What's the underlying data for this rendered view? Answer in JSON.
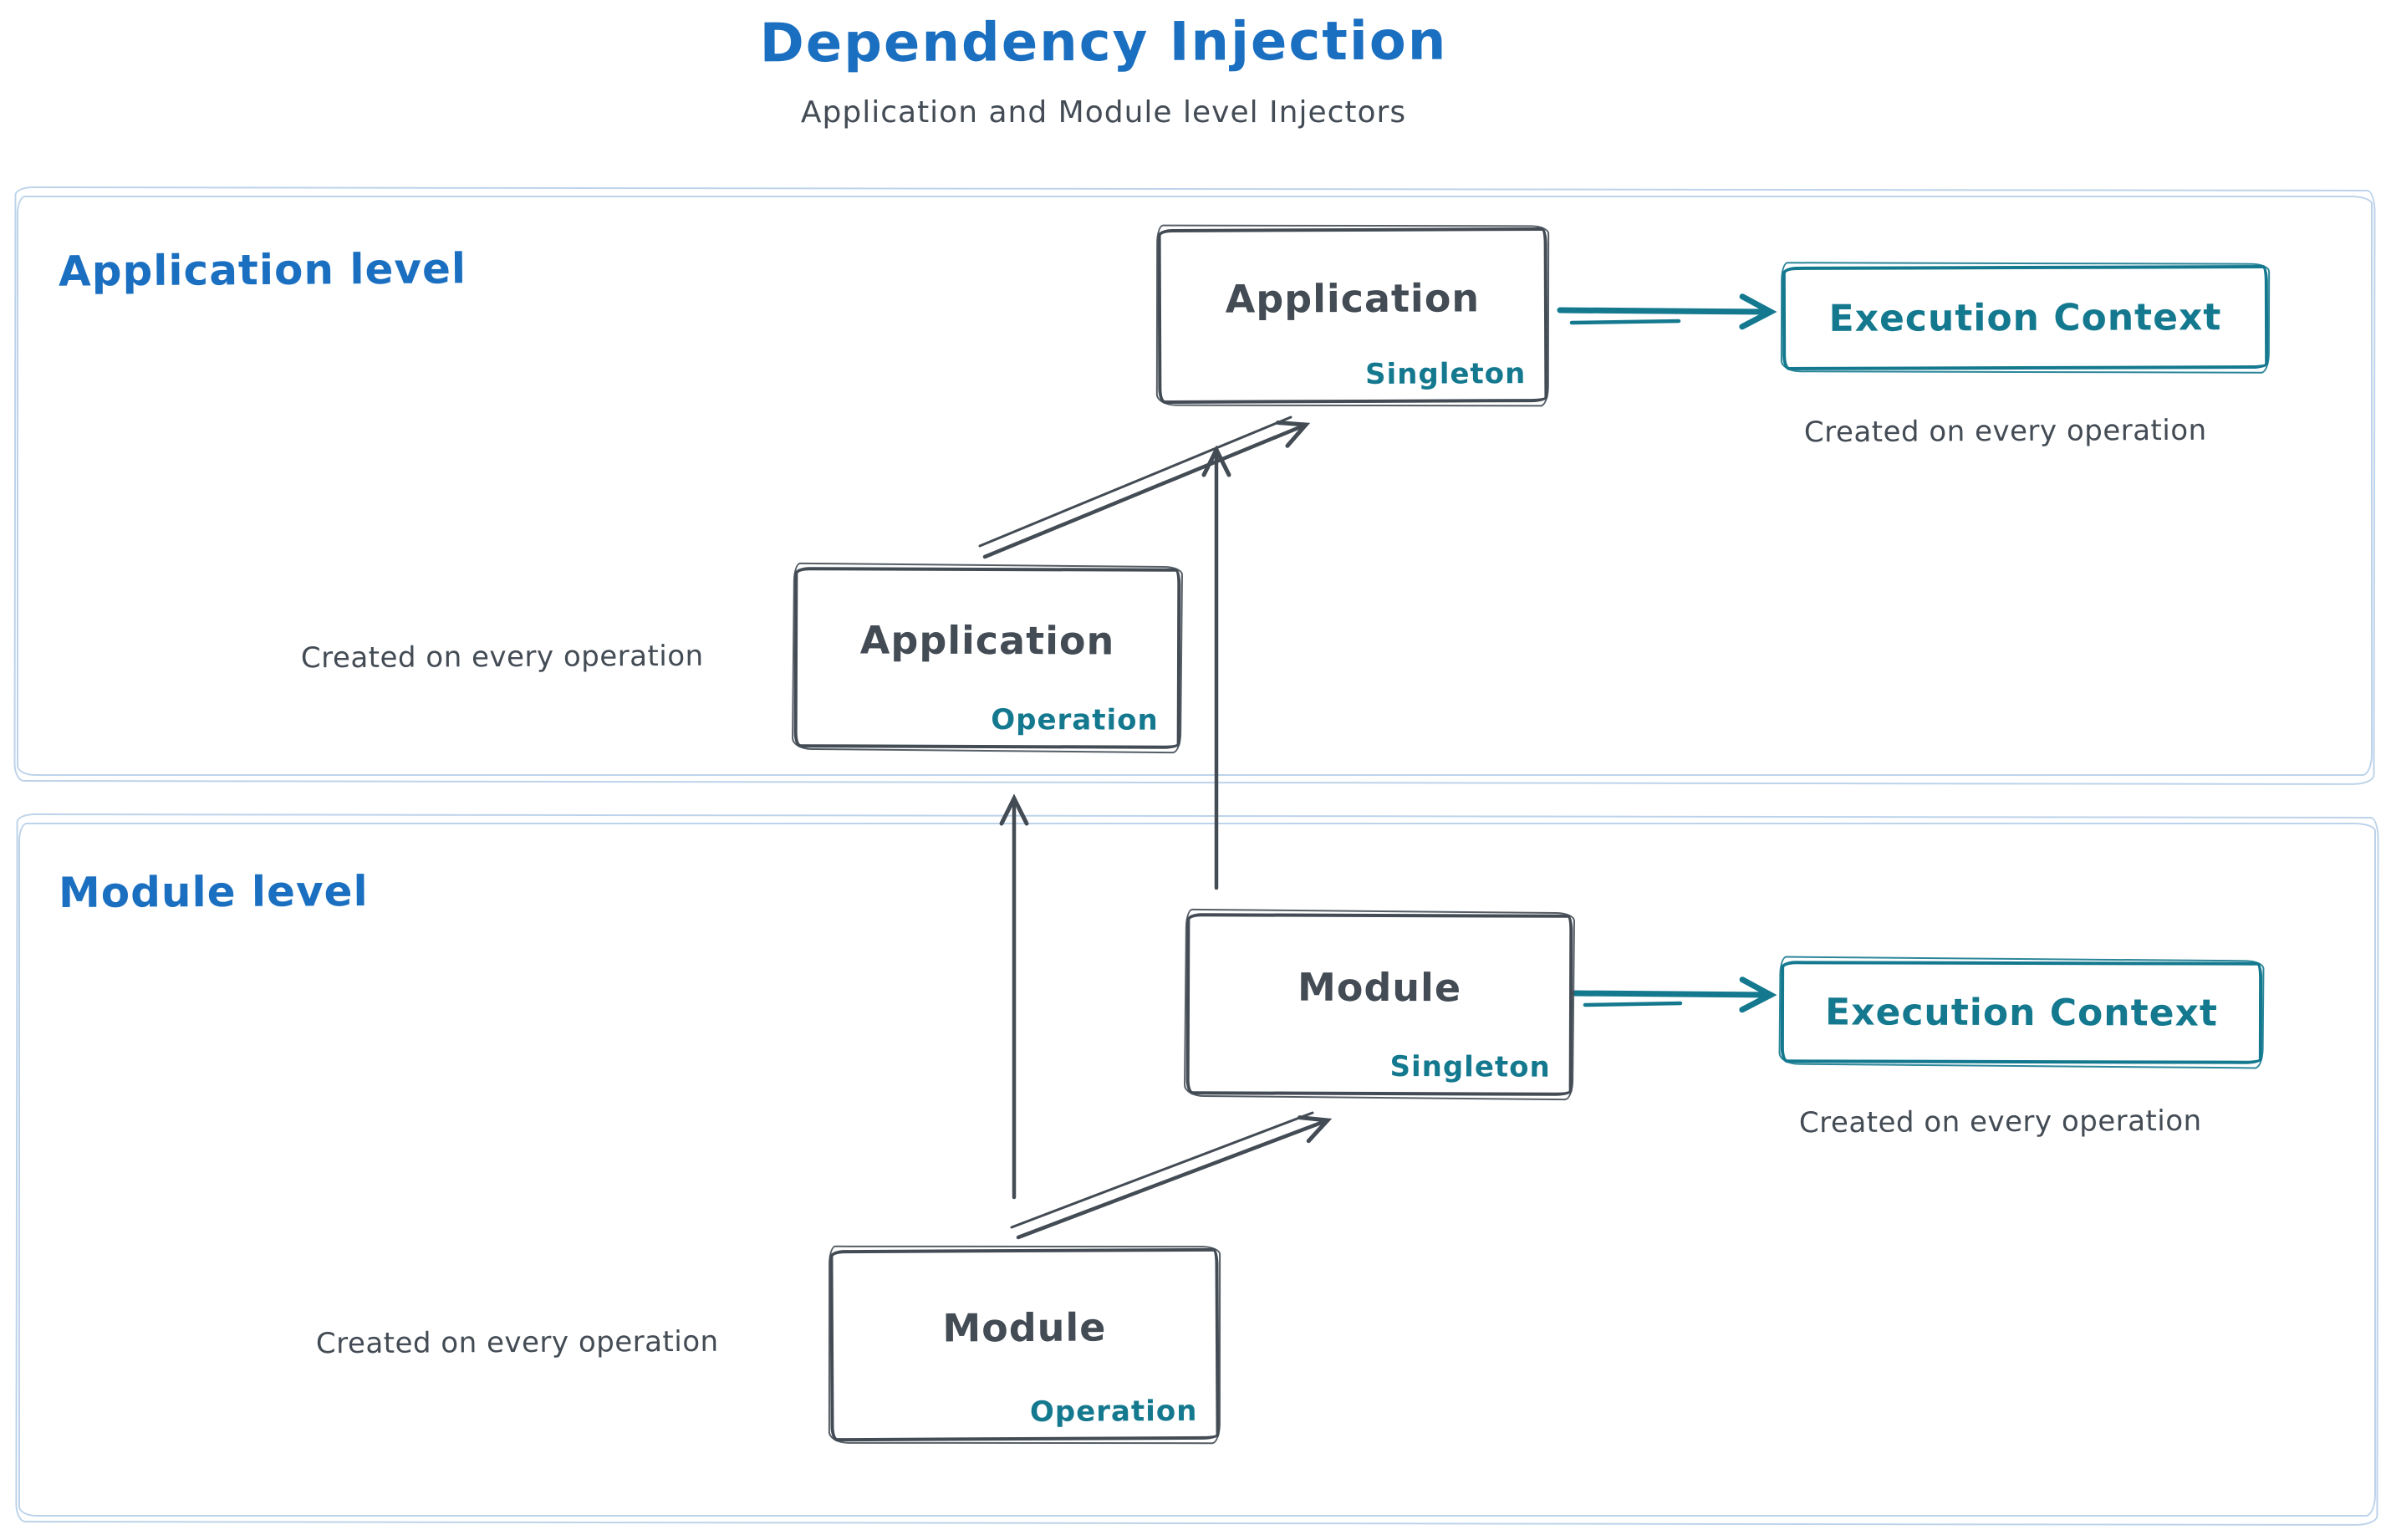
{
  "title": "Dependency Injection",
  "subtitle": "Application and Module level Injectors",
  "colors": {
    "blue": "#1b6fc0",
    "ink": "#434b54",
    "teal": "#14798f",
    "frame": "#bdd3ea",
    "bg": "#ffffff"
  },
  "app_level": {
    "label": "Application level",
    "singleton_box": {
      "title": "Application",
      "tag": "Singleton"
    },
    "operation_box": {
      "title": "Application",
      "tag": "Operation",
      "caption": "Created on every operation"
    },
    "execution_context_box": {
      "title": "Execution Context",
      "caption": "Created on every operation"
    }
  },
  "module_level": {
    "label": "Module level",
    "singleton_box": {
      "title": "Module",
      "tag": "Singleton"
    },
    "operation_box": {
      "title": "Module",
      "tag": "Operation",
      "caption": "Created on every operation"
    },
    "execution_context_box": {
      "title": "Execution Context",
      "caption": "Created on every operation"
    }
  },
  "arrows": [
    {
      "from": "application-operation",
      "to": "application-singleton"
    },
    {
      "from": "module-singleton",
      "to": "application-singleton"
    },
    {
      "from": "module-operation",
      "to": "application-operation"
    },
    {
      "from": "module-operation",
      "to": "module-singleton"
    },
    {
      "from": "application-singleton",
      "to": "execution-context-application"
    },
    {
      "from": "module-singleton",
      "to": "execution-context-module"
    }
  ]
}
